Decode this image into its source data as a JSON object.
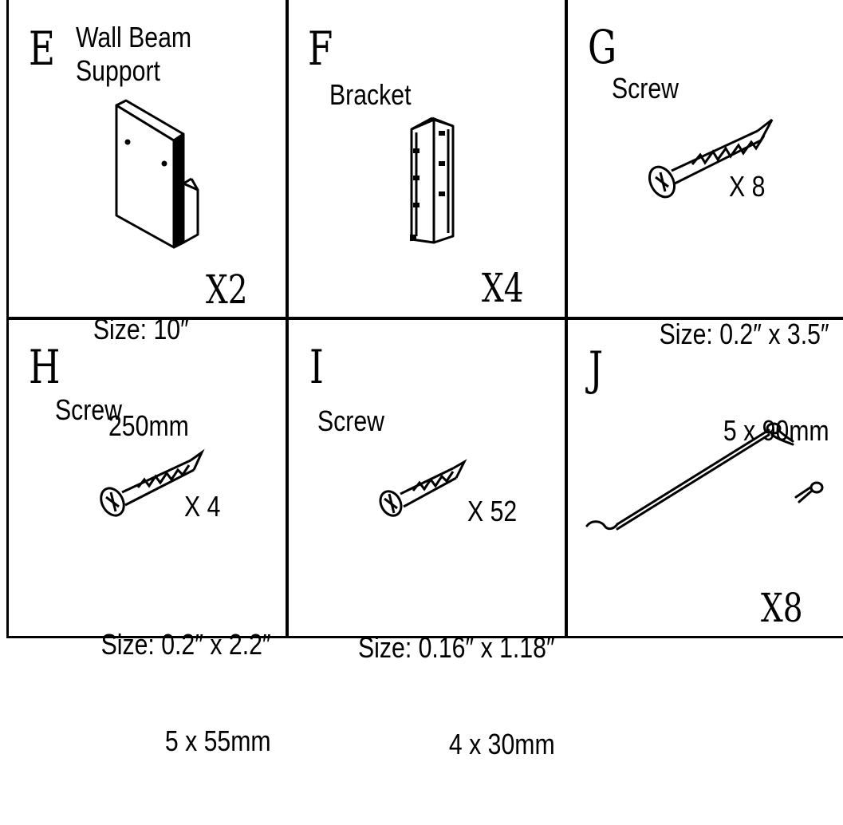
{
  "parts": [
    {
      "letter": "E",
      "name": "Wall Beam\nSupport",
      "qty": "X2",
      "size_line1": "Size: 10″",
      "size_line2": "250mm"
    },
    {
      "letter": "F",
      "name": "Bracket",
      "qty": "X4"
    },
    {
      "letter": "G",
      "name": "Screw",
      "qty": "X 8",
      "size_line1": "Size: 0.2″ x 3.5″",
      "size_line2": "5 x 90mm"
    },
    {
      "letter": "H",
      "name": "Screw",
      "qty": "X 4",
      "size_line1": "Size: 0.2″ x 2.2″",
      "size_line2": "5 x 55mm"
    },
    {
      "letter": "I",
      "name": "Screw",
      "qty": "X 52",
      "size_line1": "Size: 0.16″ x 1.18″",
      "size_line2": "4 x 30mm"
    },
    {
      "letter": "J",
      "qty": "X8"
    }
  ]
}
